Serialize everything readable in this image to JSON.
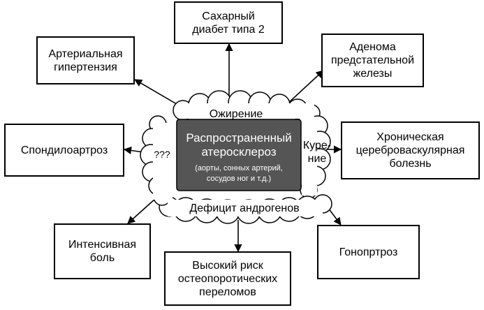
{
  "center": {
    "title": "Распространенный\nатеросклероз",
    "subtitle": "(аорты, сонных артерий,\nсосудов ног и т.д.)"
  },
  "risk_factors": {
    "top": "Ожирение",
    "right": "Куре-\nние",
    "bottom": "Дефицит андрогенов",
    "left": "???"
  },
  "outcomes": {
    "diabetes": "Сахарный\nдиабет типа 2",
    "hypertension": "Артериальная\nгипертензия",
    "adenoma": "Аденома\nпредстательной\nжелезы",
    "spondylo": "Спондилоартроз",
    "cerebro": "Хроническая\nцереброваскулярная\nболезнь",
    "pain": "Интенсивная\nболь",
    "osteo": "Высокий риск\nостеопоротических\nпереломов",
    "gonarthrosis": "Гонопртроз"
  },
  "colors": {
    "core_fill": "#555555",
    "cloud_fill": "#ffffff",
    "stroke": "#000000"
  }
}
